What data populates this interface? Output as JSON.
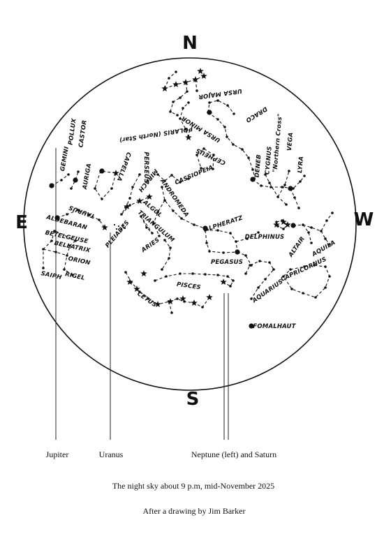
{
  "compass": {
    "north": "N",
    "south": "S",
    "east": "E",
    "west": "W"
  },
  "constellations": {
    "ursa_major": "URSA MAJOR",
    "ursa_minor": "URSA MINOR",
    "draco": "DRACO",
    "polaris": "POLARIS (North Star)",
    "cepheus": "CEPHEUS",
    "cassiopeia": "CASSIOPEIA",
    "perseus": "PERSEUS",
    "capella": "CAPELLA",
    "auriga": "AURIGA",
    "gemini": "GEMINI",
    "castor": "CASTOR",
    "pollux": "POLLUX",
    "taurus": "TAURUS",
    "aldebaran": "ALDEBARAN",
    "pleiades": "PLEIADES",
    "betelgeuse": "BETELGEUSE",
    "bellatrix": "BELLATRIX",
    "orion": "ORION",
    "rigel": "RIGEL",
    "saiph": "SAIPH",
    "mirach": "MIRACH",
    "algol": "ALGOL",
    "andromeda": "ANDROMEDA",
    "triangulum": "TRIANGULUM",
    "aries": "ARIES",
    "alpheratz": "ALPHERATZ",
    "pegasus": "PEGASUS",
    "pisces": "PISCES",
    "cetus": "CETUS",
    "deneb": "DENEB",
    "cygnus": "CYGNUS",
    "northern_cross": "\"Northern Cross\"",
    "vega": "VEGA",
    "lyra": "LYRA",
    "delphinus": "DELPHINUS",
    "altair": "ALTAIR",
    "aquila": "AQUILA",
    "aquarius": "AQUARIUS",
    "capricornus": "CAPRICORNUS",
    "fomalhaut": "FOMALHAUT"
  },
  "planets": {
    "jupiter": "Jupiter",
    "uranus": "Uranus",
    "neptune_saturn": "Neptune (left) and Saturn"
  },
  "caption": {
    "title": "The night sky about 9 p.m, mid-November 2025",
    "credit": "After a drawing by Jim Barker"
  }
}
